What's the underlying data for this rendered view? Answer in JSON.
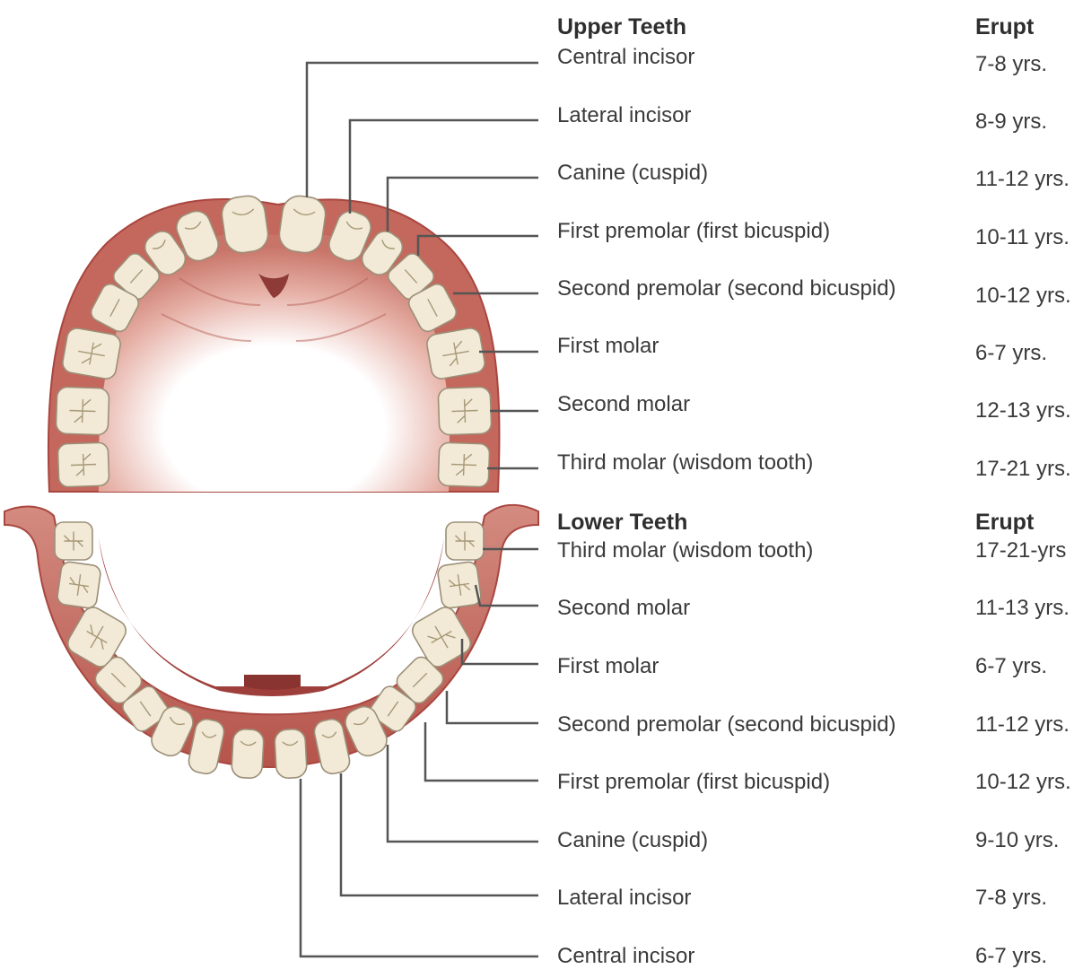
{
  "upper": {
    "heading": "Upper Teeth",
    "erupt_heading": "Erupt",
    "rows": [
      {
        "name": "Central incisor",
        "erupt": "7-8 yrs."
      },
      {
        "name": "Lateral incisor",
        "erupt": "8-9 yrs."
      },
      {
        "name": "Canine (cuspid)",
        "erupt": "11-12 yrs."
      },
      {
        "name": "First premolar (first bicuspid)",
        "erupt": "10-11 yrs."
      },
      {
        "name": "Second premolar (second bicuspid)",
        "erupt": "10-12 yrs."
      },
      {
        "name": "First molar",
        "erupt": "6-7 yrs."
      },
      {
        "name": "Second molar",
        "erupt": "12-13 yrs."
      },
      {
        "name": "Third molar (wisdom tooth)",
        "erupt": "17-21 yrs."
      }
    ]
  },
  "lower": {
    "heading": "Lower Teeth",
    "erupt_heading": "Erupt",
    "rows": [
      {
        "name": "Third molar (wisdom tooth)",
        "erupt": "17-21-yrs"
      },
      {
        "name": "Second molar",
        "erupt": "11-13 yrs."
      },
      {
        "name": "First molar",
        "erupt": "6-7 yrs."
      },
      {
        "name": "Second premolar (second bicuspid)",
        "erupt": "11-12 yrs."
      },
      {
        "name": "First premolar (first bicuspid)",
        "erupt": "10-12 yrs."
      },
      {
        "name": "Canine (cuspid)",
        "erupt": "9-10 yrs."
      },
      {
        "name": "Lateral incisor",
        "erupt": "7-8 yrs."
      },
      {
        "name": "Central incisor",
        "erupt": "6-7 yrs."
      }
    ]
  },
  "colors": {
    "gum": "#c4675c",
    "gum_dark": "#a9463f",
    "palate_light": "#e8b3a8",
    "tooth": "#f2ead6",
    "tooth_edge": "#9c8f78",
    "leader_line": "#555555"
  }
}
